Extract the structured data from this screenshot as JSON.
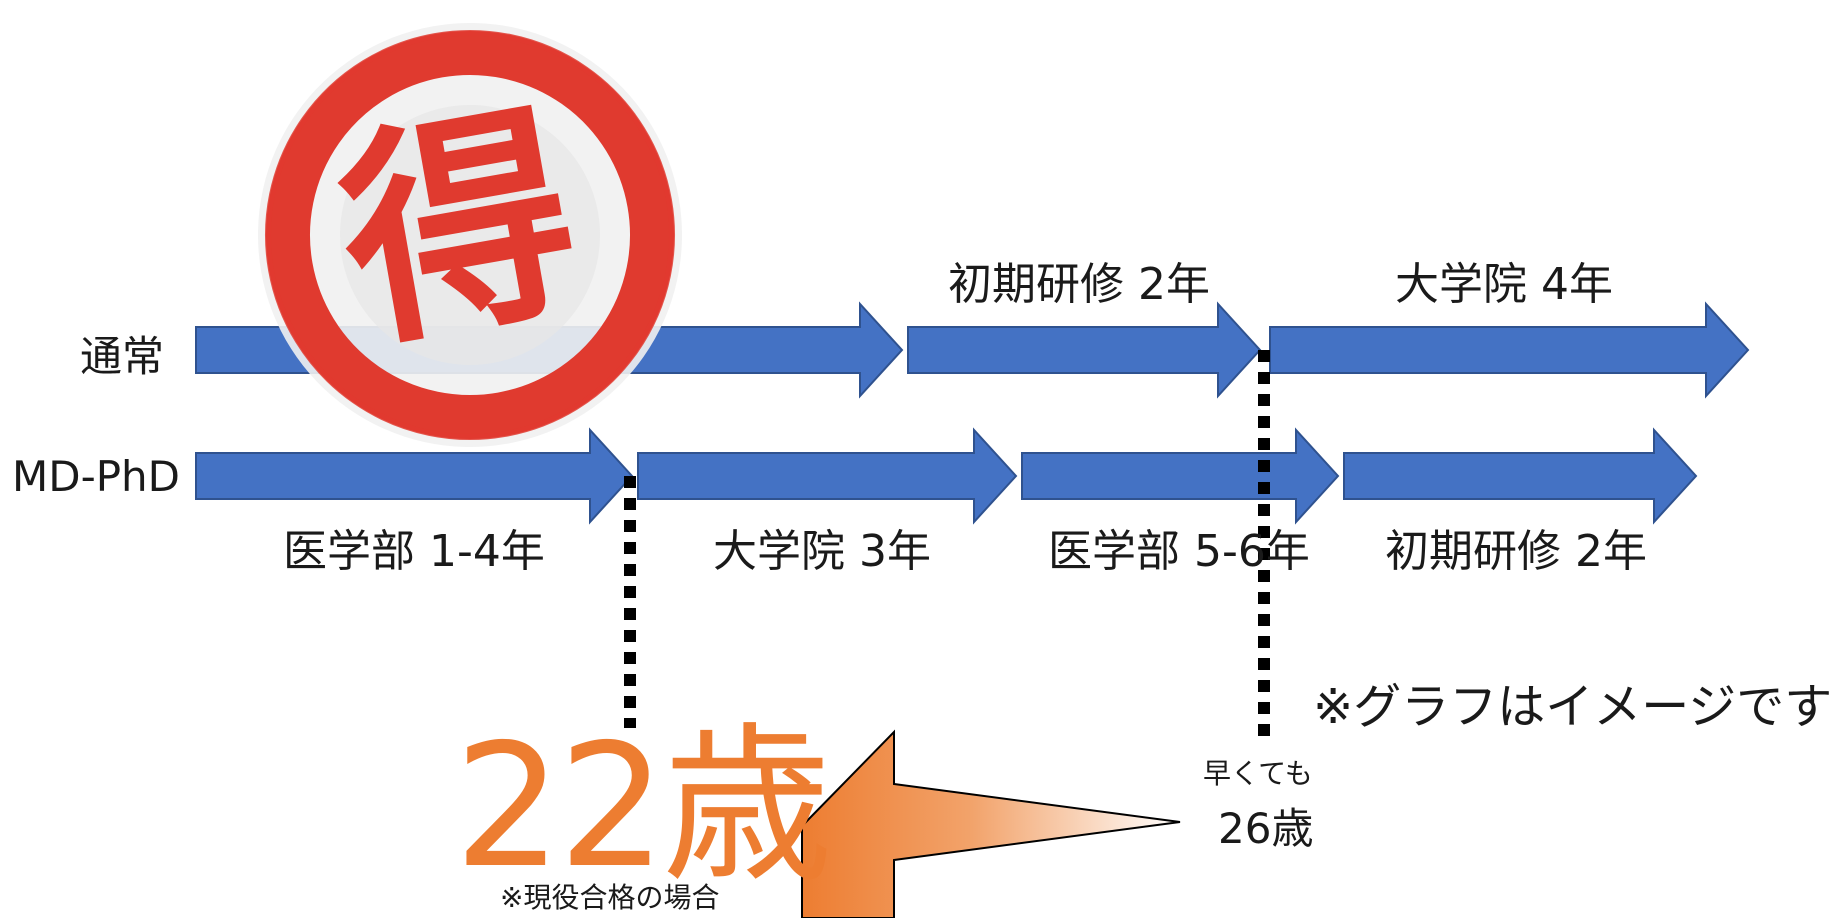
{
  "rows": {
    "normal_label": "通常",
    "mdphd_label": "MD-PhD"
  },
  "segments": {
    "normal_initial_training": "初期研修 2年",
    "normal_grad_school": "大学院 4年",
    "md_med_1_4": "医学部 1-4年",
    "md_grad_school": "大学院 3年",
    "md_med_5_6": "医学部 5-6年",
    "md_initial_training": "初期研修 2年"
  },
  "notes": {
    "graph_note": "※グラフはイメージです",
    "earliest": "早くても",
    "age_normal": "26歳",
    "age_mdphd": "22歳",
    "condition": "※現役合格の場合"
  },
  "stamp": {
    "glyph": "得",
    "meaning": "advantage-stamp"
  },
  "colors": {
    "arrow_blue": "#4472c4",
    "arrow_outline": "#2f528f",
    "orange": "#ed7d31",
    "stamp_red": "#e03a2f",
    "dotted_line": "#000000"
  }
}
